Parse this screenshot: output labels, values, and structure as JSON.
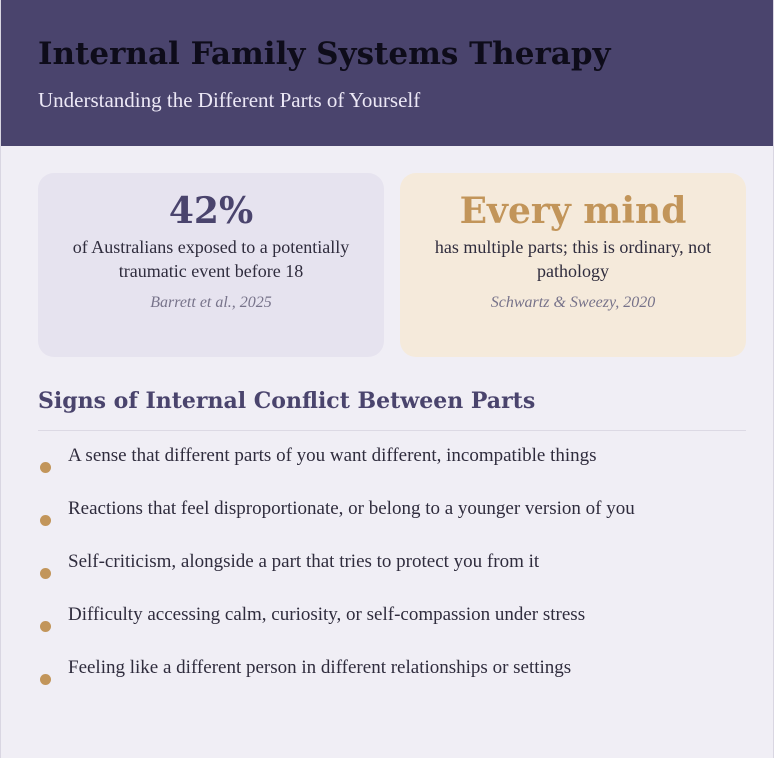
{
  "header": {
    "title": "Internal Family Systems Therapy",
    "subtitle": "Understanding the Different Parts of Yourself"
  },
  "stats": [
    {
      "value": "42%",
      "description": "of Australians exposed to a potentially traumatic event before 18",
      "source": "Barrett et al., 2025"
    },
    {
      "value": "Every mind",
      "description": "has multiple parts; this is ordinary, not pathology",
      "source": "Schwartz & Sweezy, 2020"
    }
  ],
  "section": {
    "title": "Signs of Internal Conflict Between Parts",
    "items": [
      "A sense that different parts of you want different, incompatible things",
      "Reactions that feel disproportionate, or belong to a younger version of you",
      "Self-criticism, alongside a part that tries to protect you from it",
      "Difficulty accessing calm, curiosity, or self-compassion under stress",
      "Feeling like a different person in different relationships or settings"
    ]
  },
  "colors": {
    "header_bg": "#4a446d",
    "accent_gold": "#c2955a",
    "page_bg": "#f0eef5",
    "card_left_bg": "#e6e3ef",
    "card_right_bg": "#f5eadb"
  }
}
